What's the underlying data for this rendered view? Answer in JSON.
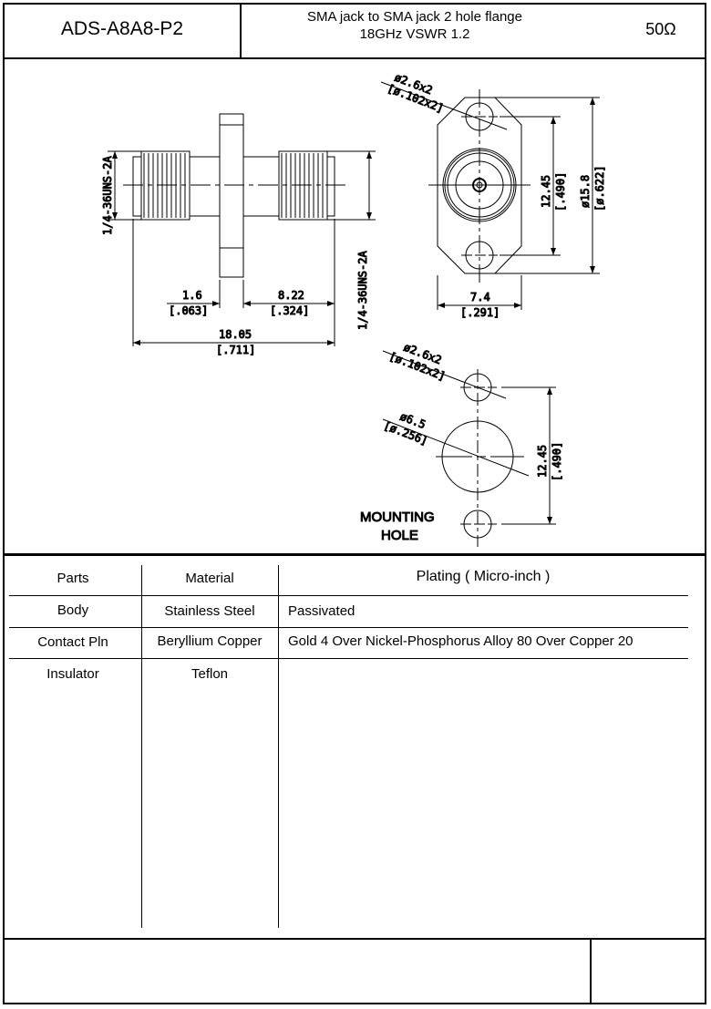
{
  "header": {
    "part_number": "ADS-A8A8-P2",
    "description_line1": "SMA jack to SMA jack 2 hole flange",
    "description_line2": "18GHz VSWR 1.2",
    "impedance": "50Ω"
  },
  "drawing": {
    "side_view": {
      "thread_left": "1/4-36UNS-2A",
      "thread_right": "1/4-36UNS-2A",
      "dim_flange": "1.6",
      "dim_flange_in": "[.063]",
      "dim_right": "8.22",
      "dim_right_in": "[.324]",
      "dim_total": "18.05",
      "dim_total_in": "[.711]"
    },
    "front_view": {
      "hole_dia": "ø2.6x2",
      "hole_dia_in": "[ø.102x2]",
      "hole_spacing": "12.45",
      "hole_spacing_in": "[.490]",
      "flange_dia": "ø15.8",
      "flange_dia_in": "[ø.622]",
      "width": "7.4",
      "width_in": "[.291]"
    },
    "mounting_hole": {
      "hole_dia": "ø2.6x2",
      "hole_dia_in": "[ø.102x2]",
      "center_dia": "ø6.5",
      "center_dia_in": "[ø.256]",
      "hole_spacing": "12.45",
      "hole_spacing_in": "[.490]",
      "label_line1": "MOUNTING",
      "label_line2": "HOLE"
    }
  },
  "table": {
    "headers": [
      "Parts",
      "Material",
      "Plating ( Micro-inch )"
    ],
    "rows": [
      [
        "Body",
        "Stainless Steel",
        "Passivated"
      ],
      [
        "Contact Pln",
        "Beryllium Copper",
        "Gold 4 Over Nickel-Phosphorus Alloy 80 Over Copper 20"
      ],
      [
        "Insulator",
        "Teflon",
        ""
      ]
    ]
  }
}
